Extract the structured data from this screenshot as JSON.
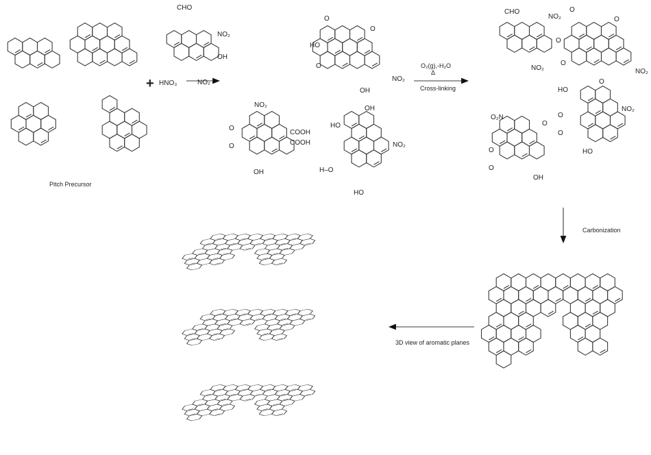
{
  "scheme": {
    "precursor_label": "Pitch Precursor",
    "plus": "+",
    "reagent": "HNO₃",
    "step2_conditions_top": "O₂(g),-H₂O",
    "step2_conditions_mid": "Δ",
    "step2_label": "Cross-linking",
    "step3_label": "Carbonization",
    "step4_label": "3D view of aromatic planes"
  },
  "groups": {
    "cho": "CHO",
    "no2": "NO₂",
    "o2n": "O₂N",
    "oh": "OH",
    "ho": "HO",
    "o": "O",
    "cooh": "COOH",
    "h_o": "H–O"
  }
}
